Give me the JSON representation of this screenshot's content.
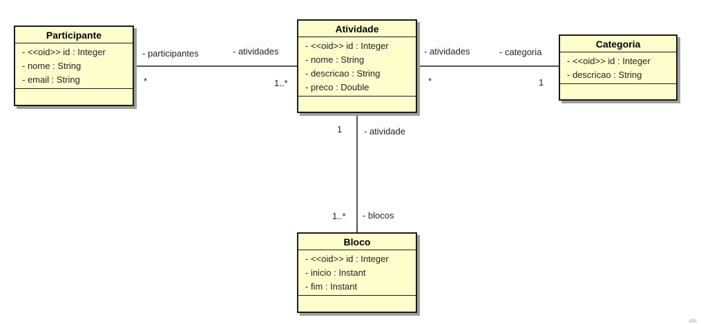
{
  "classes": {
    "participante": {
      "name": "Participante",
      "attributes": [
        "- <<oid>> id : Integer",
        "- nome : String",
        "- email : String"
      ]
    },
    "atividade": {
      "name": "Atividade",
      "attributes": [
        "- <<oid>> id : Integer",
        "- nome : String",
        "- descricao : String",
        "- preco : Double"
      ]
    },
    "categoria": {
      "name": "Categoria",
      "attributes": [
        "- <<oid>> id : Integer",
        "- descricao : String"
      ]
    },
    "bloco": {
      "name": "Bloco",
      "attributes": [
        "- <<oid>> id : Integer",
        "- inicio : Instant",
        "- fim : Instant"
      ]
    }
  },
  "associations": {
    "participante_atividade": {
      "role_a": "- participantes",
      "mult_a": "*",
      "role_b": "- atividades",
      "mult_b": "1..*"
    },
    "atividade_categoria": {
      "role_a": "- atividades",
      "mult_a": "*",
      "role_b": "- categoria",
      "mult_b": "1"
    },
    "atividade_bloco": {
      "role_a": "- atividade",
      "mult_a": "1",
      "role_b": "- blocos",
      "mult_b": "1..*"
    }
  },
  "colors": {
    "class_fill": "#fefecd",
    "border": "#1a1a1a",
    "shadow": "#9e9e9e"
  }
}
